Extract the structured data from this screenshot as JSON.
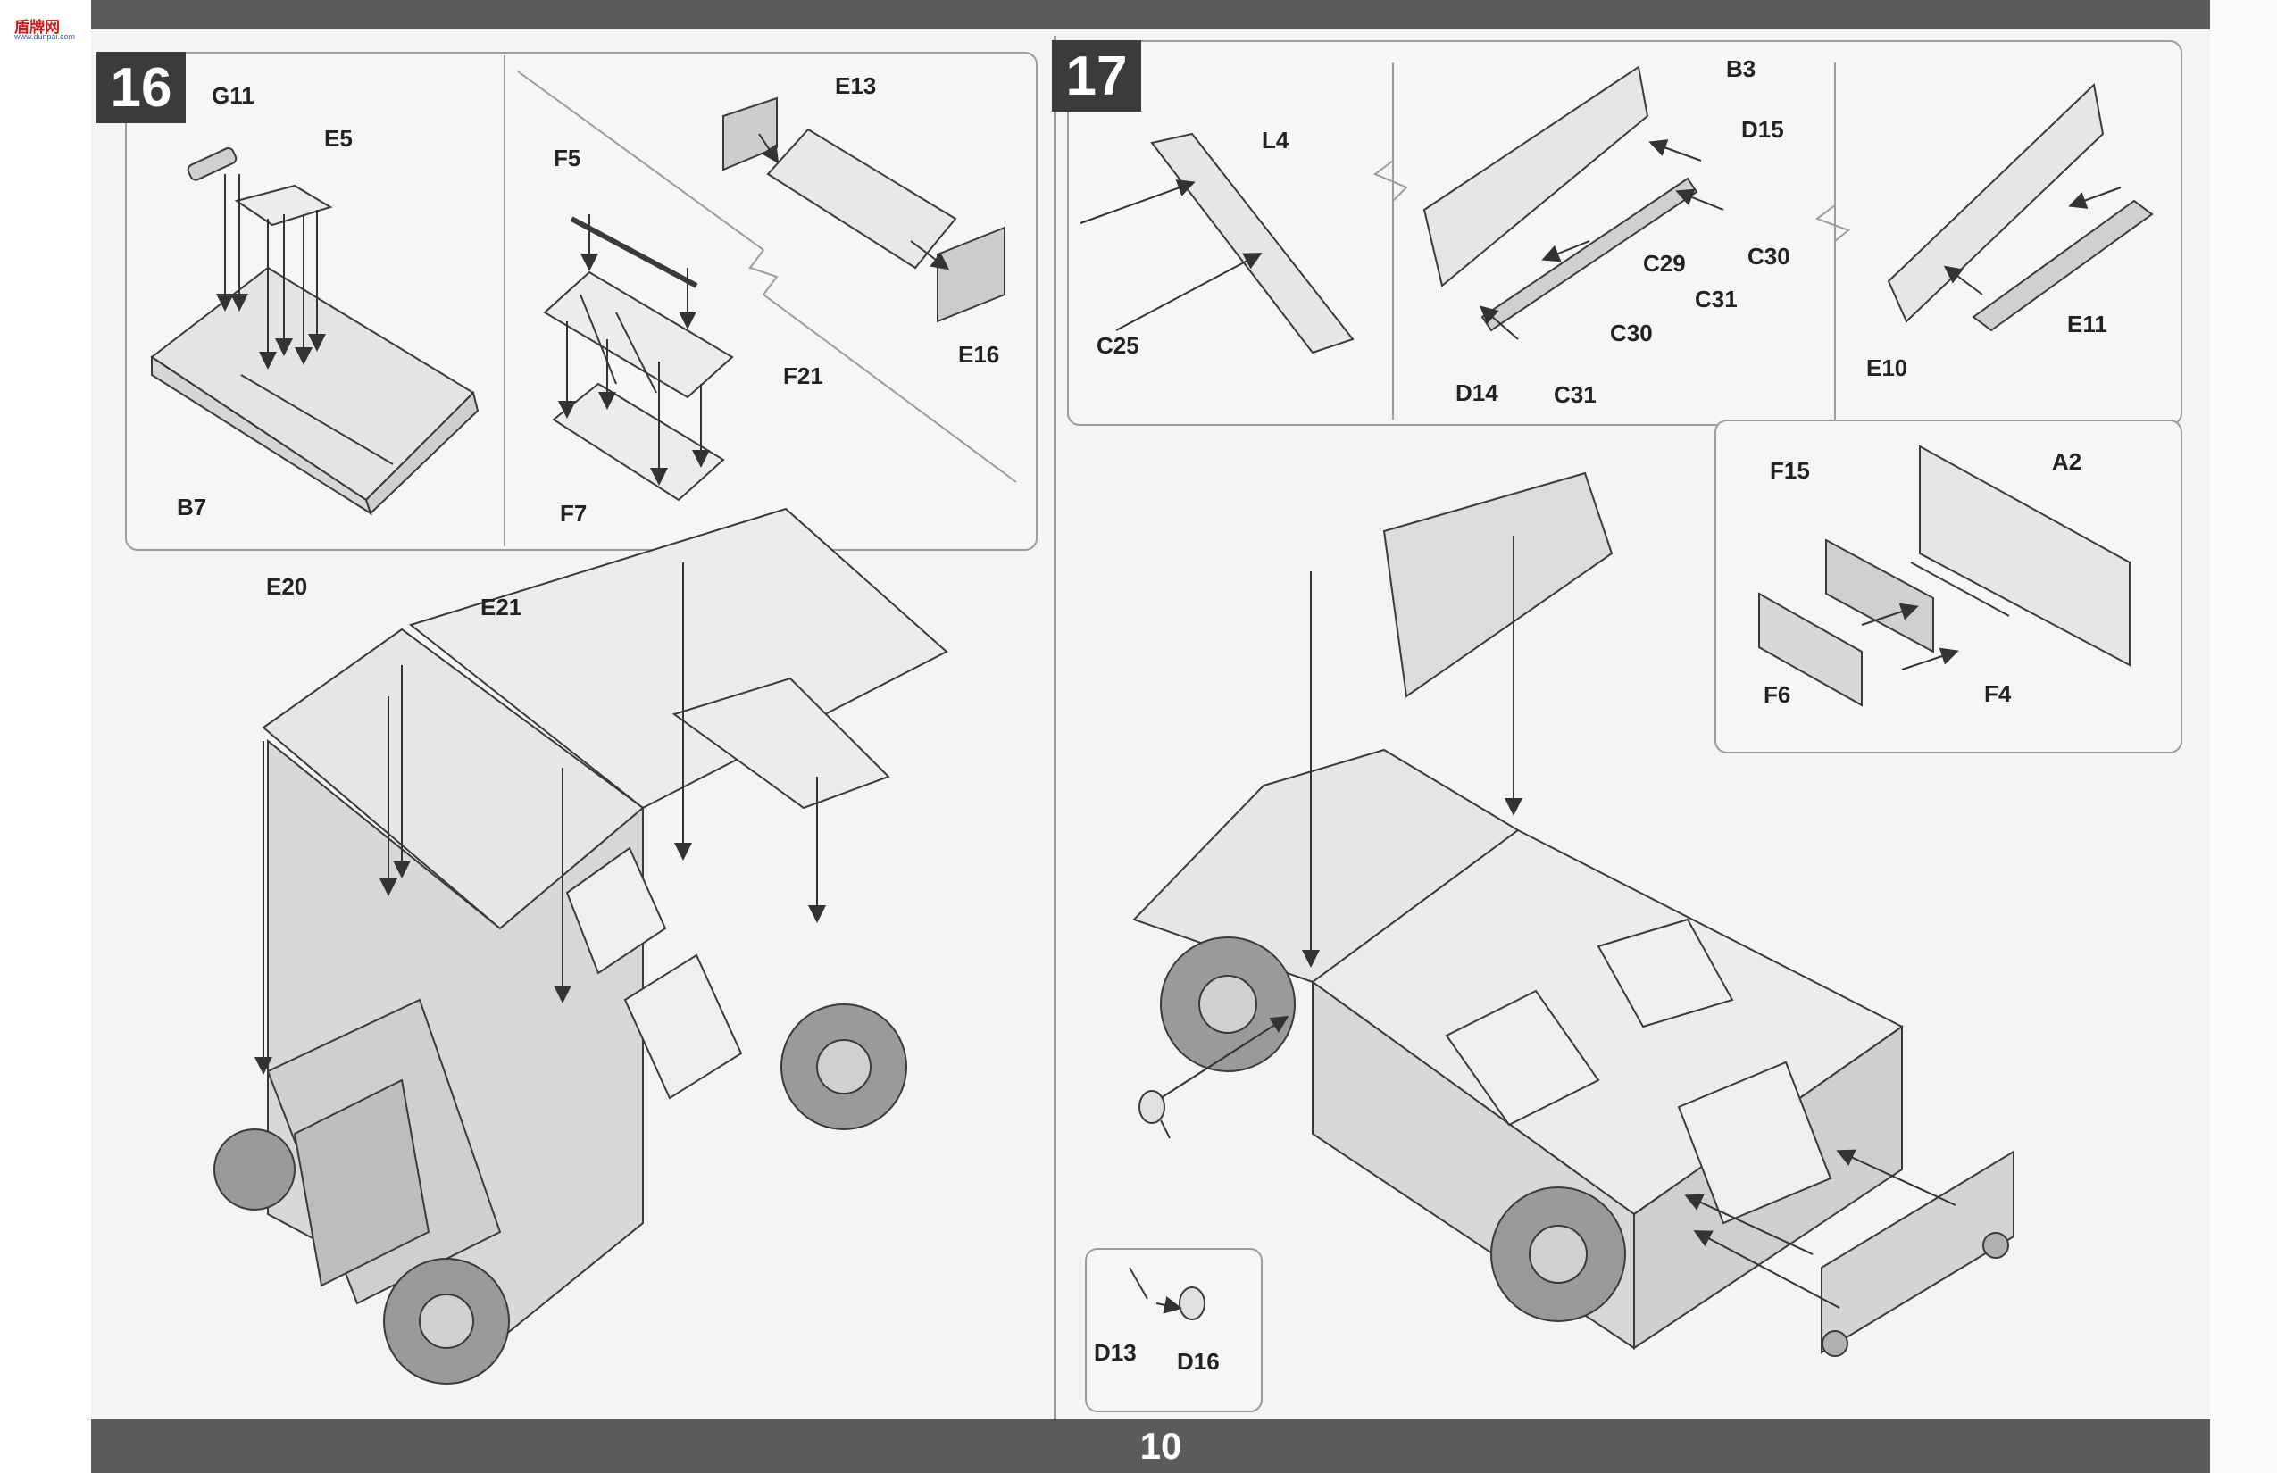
{
  "logo": {
    "text": "盾牌网",
    "sub": "www.dunpai.com"
  },
  "page_number": "10",
  "step16": {
    "number": "16",
    "labels": {
      "g11": "G11",
      "e5": "E5",
      "b7": "B7",
      "f5": "F5",
      "f21": "F21",
      "f7": "F7",
      "e13": "E13",
      "e16": "E16",
      "e20": "E20",
      "e21": "E21"
    }
  },
  "step17": {
    "number": "17",
    "labels": {
      "l4": "L4",
      "c25": "C25",
      "b3": "B3",
      "d15": "D15",
      "c29": "C29",
      "c30a": "C30",
      "c30b": "C30",
      "c31a": "C31",
      "c31b": "C31",
      "d14": "D14",
      "e10": "E10",
      "e11": "E11",
      "f15": "F15",
      "a2": "A2",
      "f6": "F6",
      "f4": "F4",
      "d13": "D13",
      "d16": "D16"
    }
  }
}
